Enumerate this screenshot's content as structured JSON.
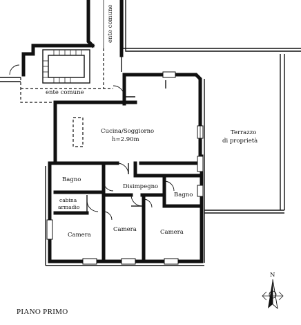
{
  "plan": {
    "title": "PIANO PRIMO",
    "rooms": {
      "kitchen": "Cucina/Soggiorno",
      "kitchen_height": "h=2.90m",
      "terrace_line1": "Terrazzo",
      "terrace_line2": "di proprietà",
      "bathroom1": "Bagno",
      "hallway": "Disimpegno",
      "bathroom2": "Bagno",
      "closet_line1": "cabina",
      "closet_line2": "armadio",
      "bedroom1": "Camera",
      "bedroom2": "Camera",
      "bedroom3": "Camera"
    },
    "common": {
      "ente_comune": "ente comune",
      "ente_comune_vertical": "ente comune"
    },
    "north_label": "N"
  }
}
